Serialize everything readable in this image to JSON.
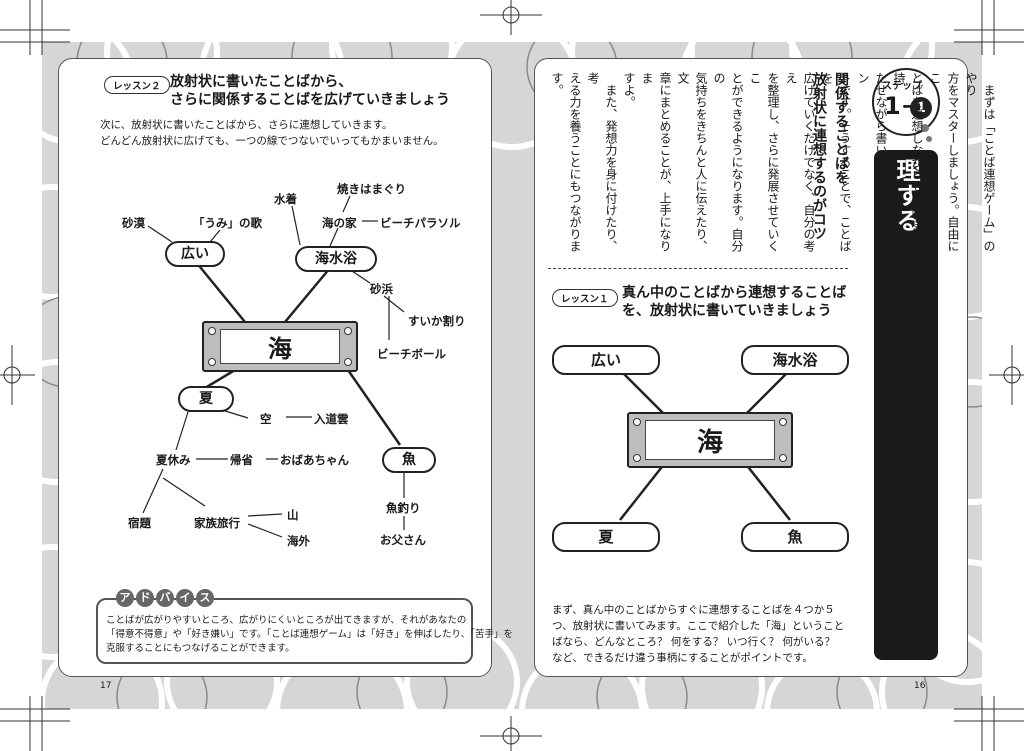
{
  "left_page": {
    "page_number": "17",
    "lesson_badge": "レッスン２",
    "lesson_title_line1": "放射状に書いたことばから、",
    "lesson_title_line2": "さらに関係することばを広げていきましょう",
    "intro_line1": "次に、放射状に書いたことばから、さらに連想していきます。",
    "intro_line2": "どんどん放射状に広げても、一つの線でつないでいってもかまいません。",
    "diagram": {
      "center": "海",
      "hiroi": "広い",
      "kaisuiyoku": "海水浴",
      "natsu": "夏",
      "sakana": "魚",
      "sabaku": "砂漠",
      "umi_no_uta": "「うみ」の歌",
      "mizugi": "水着",
      "yakihamaguri": "焼きはまぐり",
      "umi_no_ie": "海の家",
      "beach_parasol": "ビーチパラソル",
      "sunahama": "砂浜",
      "suikawari": "すいか割り",
      "beach_ball": "ビーチボール",
      "sora": "空",
      "nyudougumo": "入道雲",
      "natsuyasumi": "夏休み",
      "kisei": "帰省",
      "obaachan": "おばあちゃん",
      "shukudai": "宿題",
      "kazoku_ryokou": "家族旅行",
      "yama": "山",
      "kaigai": "海外",
      "sakanatsuri": "魚釣り",
      "otousan": "お父さん"
    },
    "advice": {
      "label_chars": [
        "ア",
        "ド",
        "バ",
        "イ",
        "ス"
      ],
      "line1": "ことばが広がりやすいところ、広がりにくいところが出てきますが、それがあなたの",
      "line2": "「得意不得意」や「好き嫌い」です。「ことば連想ゲーム」は「好き」を伸ばしたり、「苦手」を",
      "line3": "克服することにもつなげることができます。"
    }
  },
  "right_page": {
    "page_number": "16",
    "step_label": "ステップ",
    "step_number": "1−",
    "step_sub": "1",
    "chapter_title": "「ことば連想ゲーム」でことばを広げる・整理する",
    "tip_title_col1": "関係することばを",
    "tip_title_col2": "放射状に連想するのがコツ",
    "body_columns": [
      "　まずは「ことば連想ゲーム」のやり",
      "方をマスターしましょう。自由にこ",
      "とばを連想しながらも、関連性を持",
      "たせながら書いていくことがポイン",
      "トです。そうすることで、ことばを",
      "広げていくだけでなく、自分の考え",
      "を整理し、さらに発展させていくこ",
      "とができるようになります。自分の",
      "気持ちをきちんと人に伝えたり、文",
      "章にまとめることが、上手になりま",
      "すよ。",
      "　また、発想力を身に付けたり、考",
      "える力を養うことにもつながります。"
    ],
    "lesson_badge": "レッスン１",
    "lesson_title_line1": "真ん中のことばから連想することば",
    "lesson_title_line2": "を、放射状に書いていきましょう",
    "diagram": {
      "center": "海",
      "hiroi": "広い",
      "kaisuiyoku": "海水浴",
      "natsu": "夏",
      "sakana": "魚"
    },
    "bottom_text_line1": "まず、真ん中のことばからすぐに連想することばを４つか５",
    "bottom_text_line2": "つ、放射状に書いてみます。ここで紹介した「海」ということ",
    "bottom_text_line3": "ばなら、どんなところ？ 何をする？ いつ行く？ 何がいる？",
    "bottom_text_line4": "など、できるだけ違う事柄にすることがポイントです。"
  }
}
